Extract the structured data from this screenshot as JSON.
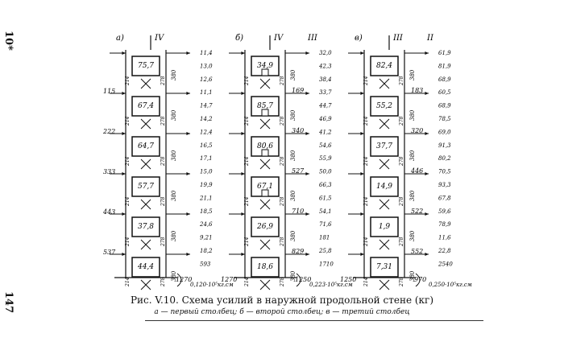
{
  "margin": {
    "top": "10*",
    "bottom": "147"
  },
  "panels": [
    {
      "letter": "а)",
      "sections": [
        "IV"
      ],
      "col_label": "IV"
    },
    {
      "letter": "б)",
      "sections": [
        "IV",
        "III"
      ]
    },
    {
      "letter": "в)",
      "sections": [
        "III",
        "II"
      ]
    }
  ],
  "panel_a": {
    "headers": [
      "а)",
      "IV"
    ],
    "cells": [
      "75,7",
      "67,4",
      "64,7",
      "57,7",
      "37,8",
      "44,4"
    ],
    "left_loads": [
      "115",
      "222",
      "333",
      "443",
      "537"
    ],
    "bottom": "1270",
    "bottom_note": "0,120·10⁵кг.см",
    "right_values": [
      "11,4",
      "13,0",
      "12,6",
      "11,1",
      "14,7",
      "14,2",
      "12,4",
      "16,5",
      "17,1",
      "15,0",
      "19,9",
      "21,1",
      "18,5",
      "24,6",
      "9,21",
      "18,2",
      "593"
    ],
    "inner": [
      "380",
      "380",
      "380",
      "380",
      "380",
      "380"
    ]
  },
  "panel_b": {
    "headers": [
      "б)",
      "IV",
      "III"
    ],
    "cells": [
      "34,9",
      "85,7",
      "80,6",
      "67,1",
      "26,9",
      "18,6"
    ],
    "right_loads": [
      "169",
      "340",
      "527",
      "710",
      "829"
    ],
    "bottom": "1250",
    "bottom_left": "1270",
    "bottom_note": "0,223·10⁵кг.см",
    "right_values": [
      "32,0",
      "42,3",
      "38,4",
      "33,7",
      "44,7",
      "46,9",
      "41,2",
      "54,6",
      "55,9",
      "50,0",
      "66,3",
      "61,5",
      "54,1",
      "71,6",
      "181",
      "25,8",
      "1710"
    ]
  },
  "panel_c": {
    "headers": [
      "в)",
      "III",
      "II"
    ],
    "cells": [
      "82,4",
      "55,2",
      "37,7",
      "14,9",
      "1,9",
      "7,31"
    ],
    "right_loads": [
      "183",
      "320",
      "446",
      "522",
      "552"
    ],
    "bottom_left": "1250",
    "bottom": "970",
    "bottom_note": "0,250·10⁵кг.см",
    "right_values": [
      "61,9",
      "81,9",
      "68,9",
      "60,5",
      "68,9",
      "78,5",
      "69,0",
      "91,3",
      "80,2",
      "70,5",
      "93,3",
      "67,8",
      "59,6",
      "78,9",
      "11,6",
      "22,8",
      "2540"
    ]
  },
  "caption": "Рис. V.10. Схема усилий в наружной продольной стене (кг)",
  "subcaption": "а — первый столбец; б — второй столбец; в — третий столбец"
}
